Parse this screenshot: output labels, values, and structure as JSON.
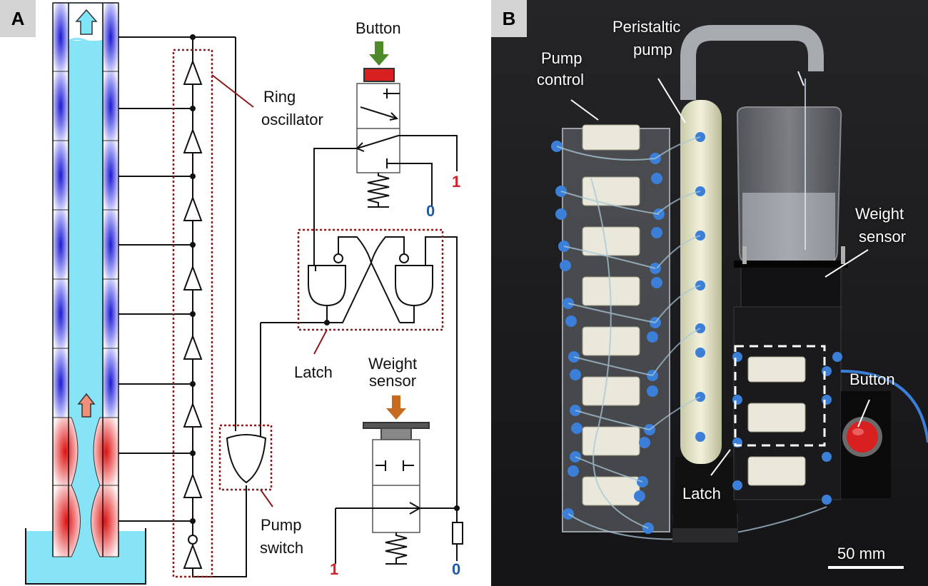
{
  "panel_a": {
    "tag": "A",
    "labels": {
      "ring_oscillator_1": "Ring",
      "ring_oscillator_2": "oscillator",
      "button": "Button",
      "latch": "Latch",
      "weight_sensor_1": "Weight",
      "weight_sensor_2": "sensor",
      "pump_switch_1": "Pump",
      "pump_switch_2": "switch"
    },
    "signal_values": {
      "button_high": "1",
      "button_low": "0",
      "sensor_high": "1",
      "sensor_low": "0"
    }
  },
  "panel_b": {
    "tag": "B",
    "labels": {
      "pump_control_1": "Pump",
      "pump_control_2": "control",
      "peristaltic_pump_1": "Peristaltic",
      "peristaltic_pump_2": "pump",
      "weight_sensor_1": "Weight",
      "weight_sensor_2": "sensor",
      "button": "Button",
      "latch": "Latch",
      "scale_bar": "50 mm"
    }
  },
  "colors": {
    "signal_high": "#d0202a",
    "signal_low": "#1f5aa8",
    "outline_dotted": "#8b1a1a",
    "water": "#87e3f6",
    "button_red": "#d82020",
    "arrow_green": "#4f8a2a",
    "arrow_orange": "#c66a1f"
  }
}
